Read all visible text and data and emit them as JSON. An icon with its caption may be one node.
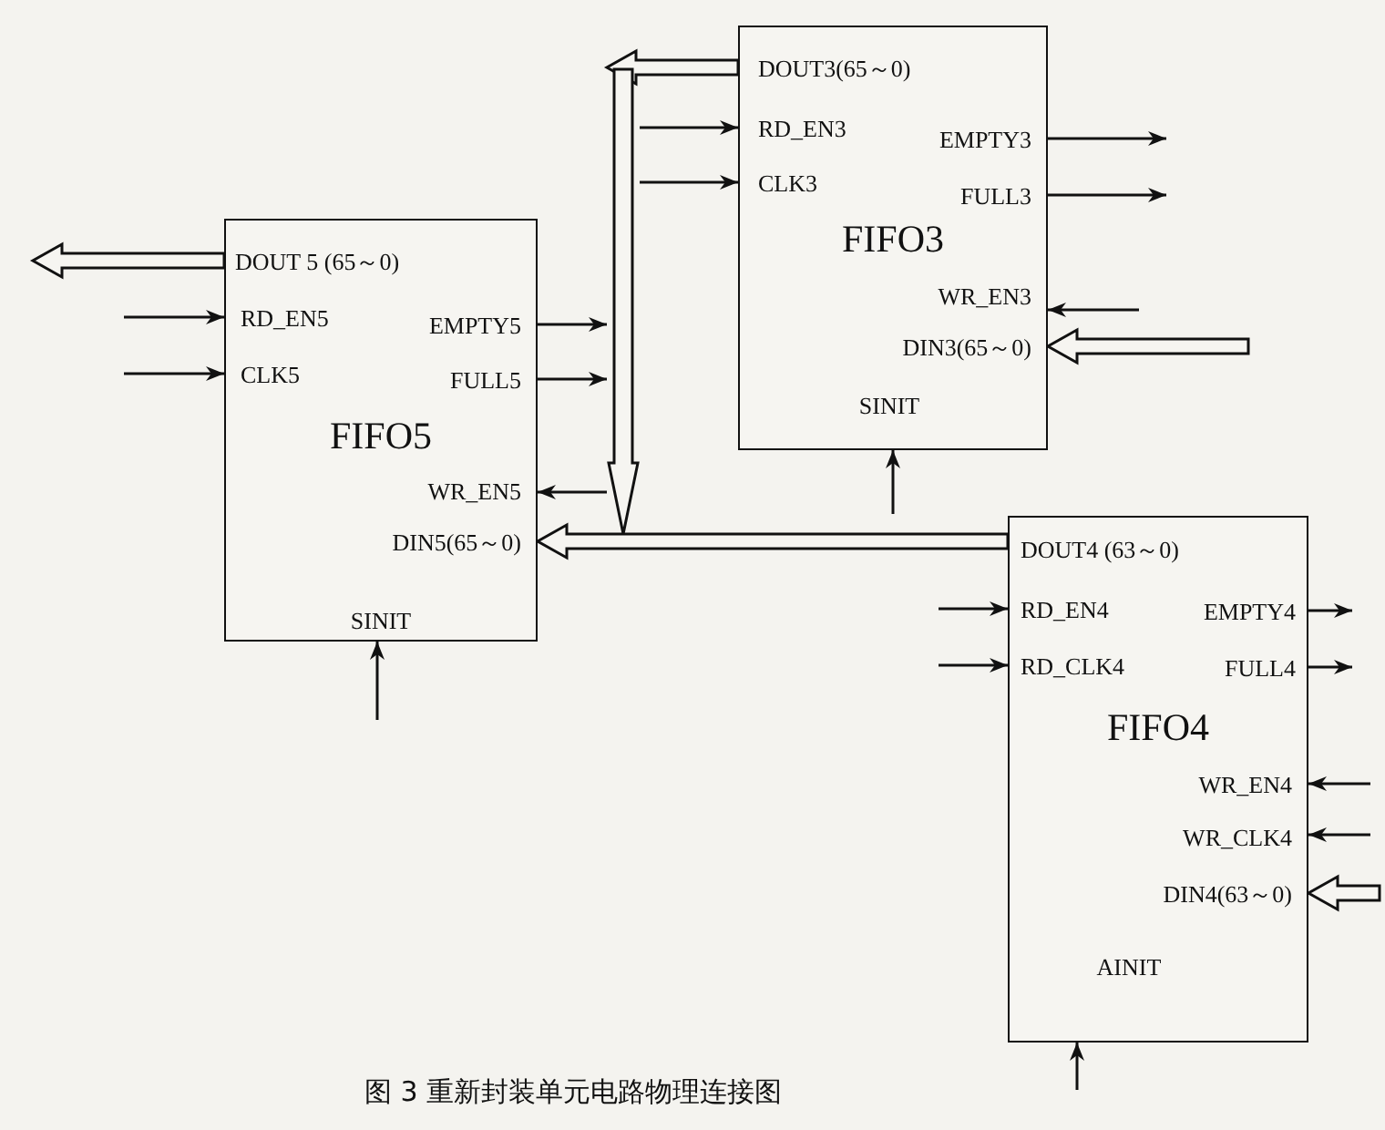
{
  "diagram": {
    "caption": "图 3 重新封装单元电路物理连接图",
    "nodes": [
      {
        "text": [
          "DOUT 5 (65～0)",
          "RD_EN5",
          "CLK5",
          "EMPTY5",
          "FULL5",
          "FIFO5",
          "WR_EN5",
          "DIN5(65～0)",
          "SINIT"
        ]
      },
      {
        "text": [
          "DOUT3(65～0)",
          "RD_EN3",
          "CLK3",
          "EMPTY3",
          "FULL3",
          "FIFO3",
          "WR_EN3",
          "DIN3(65～0)",
          "SINIT"
        ]
      },
      {
        "text": [
          "DOUT4 (63～0)",
          "RD_EN4",
          "RD_CLK4",
          "EMPTY4",
          "FULL4",
          "FIFO4",
          "WR_EN4",
          "WR_CLK4",
          "DIN4(63～0)",
          "AINIT"
        ]
      },
      {
        "text": [],
        "shape": "bar"
      }
    ],
    "edges": [
      {
        "from": 1,
        "to": 3,
        "arrow": "to",
        "style": "thick"
      },
      {
        "from": 3,
        "to": 1,
        "arrow": "to"
      },
      {
        "from": 3,
        "to": 1,
        "arrow": "to"
      },
      {
        "from": 1,
        "to": null,
        "arrow": "to"
      },
      {
        "from": 1,
        "to": null,
        "arrow": "to"
      },
      {
        "from": null,
        "to": 1,
        "arrow": "to"
      },
      {
        "from": null,
        "to": 1,
        "arrow": "to",
        "style": "thick"
      },
      {
        "from": null,
        "to": 1,
        "arrow": "to"
      },
      {
        "from": 0,
        "to": null,
        "arrow": "to",
        "style": "thick"
      },
      {
        "from": null,
        "to": 0,
        "arrow": "to"
      },
      {
        "from": null,
        "to": 0,
        "arrow": "to"
      },
      {
        "from": 0,
        "to": 3,
        "arrow": "to"
      },
      {
        "from": 0,
        "to": 3,
        "arrow": "to"
      },
      {
        "from": 3,
        "to": 0,
        "arrow": "to"
      },
      {
        "from": 2,
        "to": 0,
        "arrow": "to",
        "style": "thick"
      },
      {
        "from": null,
        "to": 0,
        "arrow": "to"
      },
      {
        "from": null,
        "to": 2,
        "arrow": "to"
      },
      {
        "from": null,
        "to": 2,
        "arrow": "to"
      },
      {
        "from": 2,
        "to": null,
        "arrow": "to"
      },
      {
        "from": 2,
        "to": null,
        "arrow": "to"
      },
      {
        "from": null,
        "to": 2,
        "arrow": "to"
      },
      {
        "from": null,
        "to": 2,
        "arrow": "to"
      },
      {
        "from": null,
        "to": 2,
        "arrow": "to",
        "style": "thick"
      },
      {
        "from": null,
        "to": 2,
        "arrow": "to"
      }
    ]
  }
}
